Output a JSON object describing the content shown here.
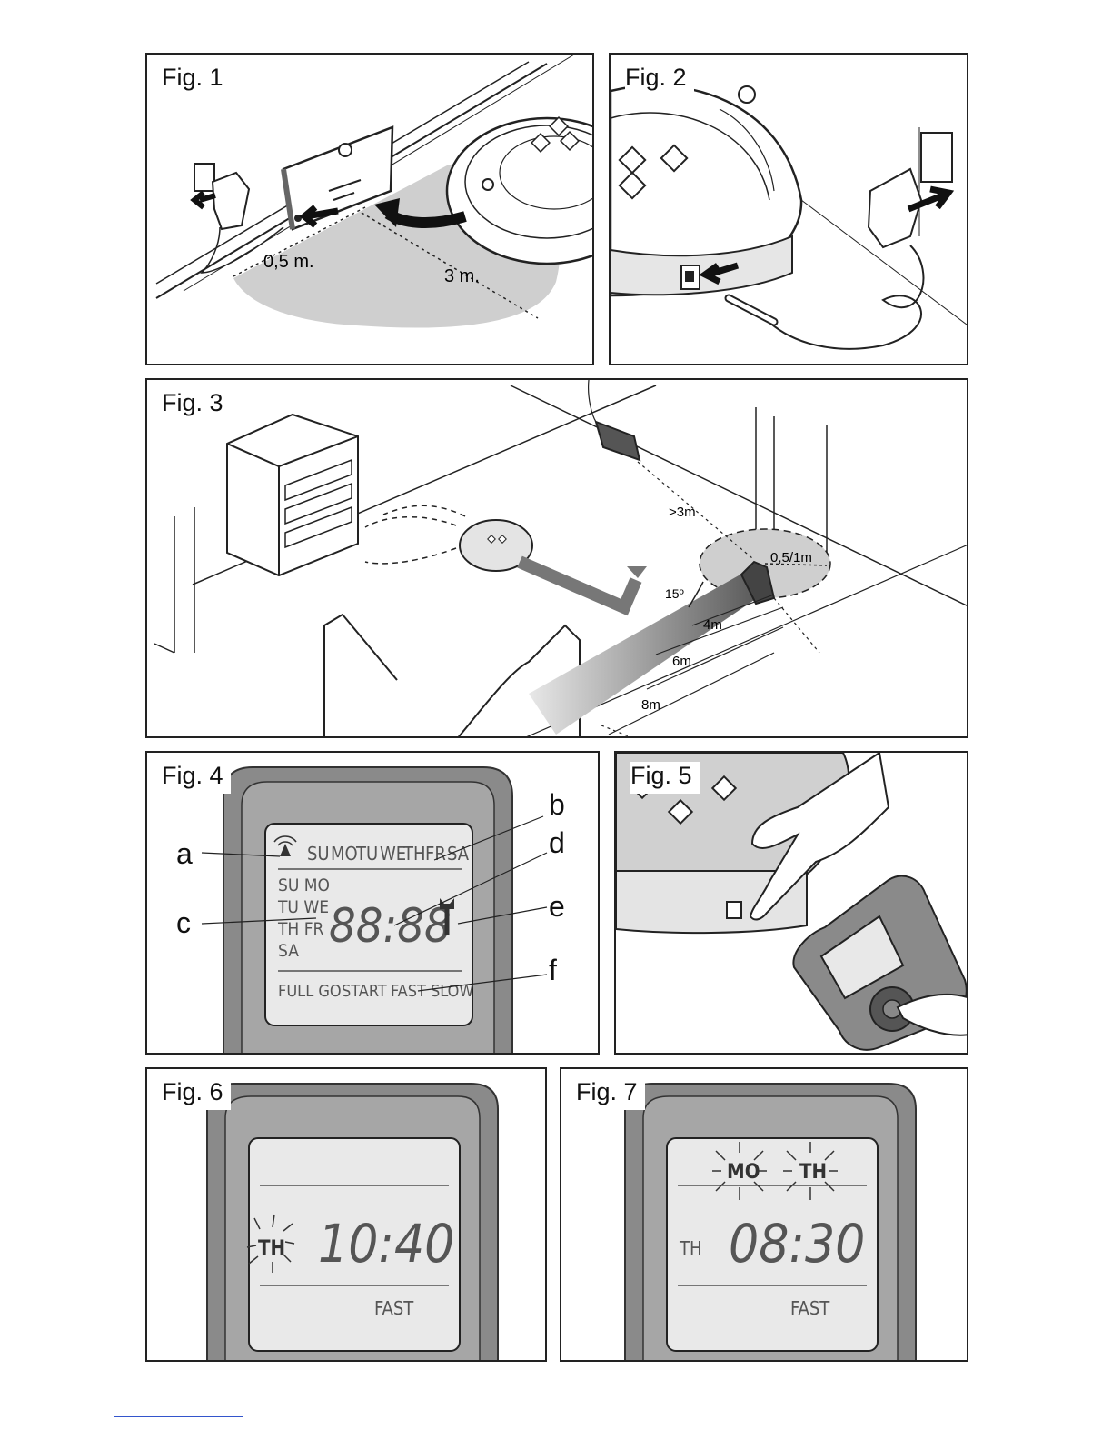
{
  "figures": {
    "fig1": {
      "label": "Fig. 1",
      "dist_near": "0,5 m.",
      "dist_far": "3 m."
    },
    "fig2": {
      "label": "Fig. 2"
    },
    "fig3": {
      "label": "Fig. 3",
      "d_wall": ">3m",
      "d_radius": "0,5/1m",
      "angle": "15º",
      "d4": "4m",
      "d6": "6m",
      "d8": "8m"
    },
    "fig4": {
      "label": "Fig. 4",
      "callouts": {
        "a": "a",
        "b": "b",
        "c": "c",
        "d": "d",
        "e": "e",
        "f": "f"
      },
      "days_top": [
        "SU",
        "MO",
        "TU",
        "WE",
        "TH",
        "FR",
        "SA"
      ],
      "days_left": [
        "SU MO",
        "TU WE",
        "TH FR",
        "SA"
      ],
      "time": "88:88",
      "modes": [
        "FULL GO",
        "START",
        "FAST",
        "SLOW"
      ]
    },
    "fig5": {
      "label": "Fig. 5"
    },
    "fig6": {
      "label": "Fig. 6",
      "day": "TH",
      "time": "10:40",
      "mode": "FAST"
    },
    "fig7": {
      "label": "Fig. 7",
      "day_top_1": "MO",
      "day_top_2": "TH",
      "day_left": "TH",
      "time": "08:30",
      "mode": "FAST"
    }
  },
  "colors": {
    "frame": "#222222",
    "shade": "#cfcfcf",
    "remote_dark": "#8a8a8a",
    "lcd_bg": "#e9e9e9"
  }
}
